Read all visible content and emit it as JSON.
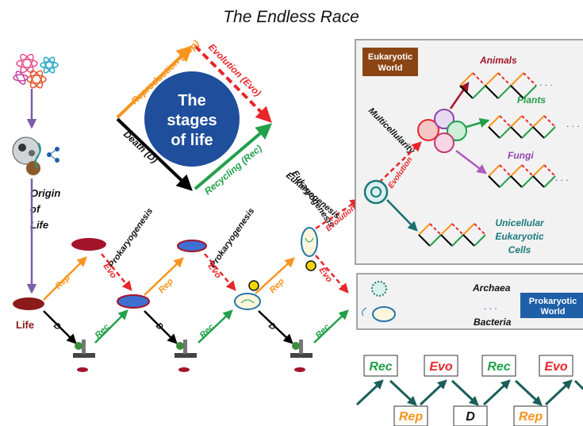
{
  "title": "The Endless Race",
  "stages": {
    "center_line1": "The",
    "center_line2": "stages",
    "center_line3": "of life",
    "reproduction": "Reproduction (Rep)",
    "evolution": "Evolution (Evo)",
    "death": "Death (D)",
    "recycling": "Recycling (Rec)"
  },
  "origin": {
    "line1": "Origin",
    "line2": "of",
    "line3": "Life",
    "life": "Life"
  },
  "transitions": {
    "prokaryogenesis_1": "Prokaryogenesis",
    "prokaryogenesis_2": "Prokaryogenesis",
    "eukaryogenesis_1": "Eukaryogenesis",
    "eukaryogenesis_2": "Eukaryogenesis",
    "multicellularity": "Multicellularity",
    "evolution_1": "Evolution",
    "evolution_2": "Evolution"
  },
  "arrow_labels": {
    "rep": "Rep",
    "evo": "Evo",
    "d": "D",
    "rec": "Rec"
  },
  "eukaryotic_world": {
    "title_line1": "Eukaryotic",
    "title_line2": "World",
    "animals": "Animals",
    "plants": "Plants",
    "fungi": "Fungi",
    "unicellular_line1": "Unicellular",
    "unicellular_line2": "Eukaryotic",
    "unicellular_line3": "Cells",
    "ellipsis": ". . ."
  },
  "prokaryotic_world": {
    "title_line1": "Prokaryotic",
    "title_line2": "World",
    "archaea": "Archaea",
    "bacteria": "Bacteria",
    "ellipsis": ". . ."
  },
  "legend": {
    "boxes_top": [
      "Rec",
      "Evo",
      "Rec",
      "Evo"
    ],
    "boxes_bottom": [
      "Rep",
      "D",
      "Rep"
    ]
  },
  "colors": {
    "rep": "#f7941d",
    "evo": "#e8262a",
    "death": "#000000",
    "rec": "#22a04b",
    "center": "#1f4e9c",
    "eukaryotic_title_bg": "#8b4513",
    "prokaryotic_title_bg": "#1f5fa8",
    "world_bg": "#f2f2f2",
    "teal": "#1b7a7a",
    "purple": "#8e44ad",
    "animal": "#a3142a"
  }
}
